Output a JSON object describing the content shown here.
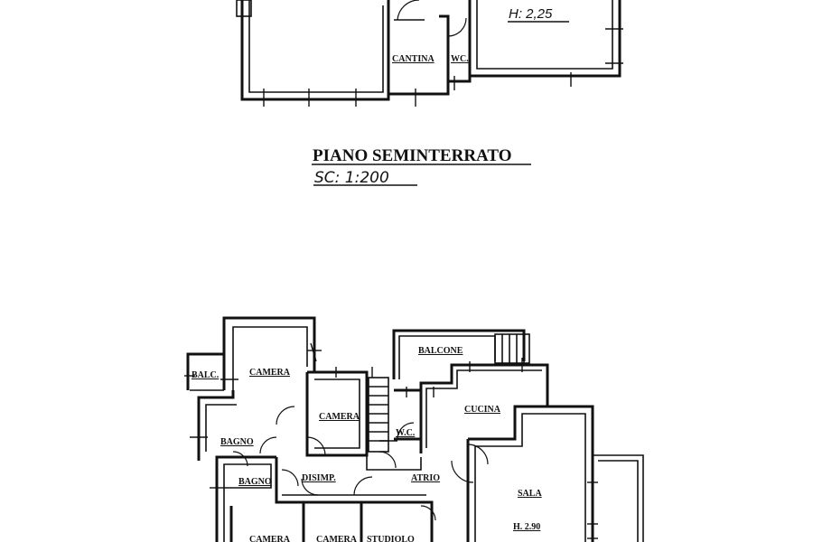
{
  "basement": {
    "title": "PIANO SEMINTERRATO",
    "scale": "SC: 1:200",
    "height_note": "H: 2,25",
    "rooms": {
      "cantina": "CANTINA",
      "wc": "WC."
    }
  },
  "ground_floor": {
    "rooms": {
      "balc": "BALC.",
      "camera_top": "CAMERA",
      "camera_mid": "CAMERA",
      "balcone": "BALCONE",
      "cucina": "CUCINA",
      "bagno_1": "BAGNO",
      "bagno_2": "BAGNO",
      "wc": "W.C.",
      "disimp": "DISIMP.",
      "atrio": "ATRIO",
      "sala": "SALA",
      "sala_height": "H. 2.90",
      "camera_bl": "CAMERA",
      "camera_bm": "CAMERA",
      "studiolo": "STUDIOLO"
    }
  }
}
